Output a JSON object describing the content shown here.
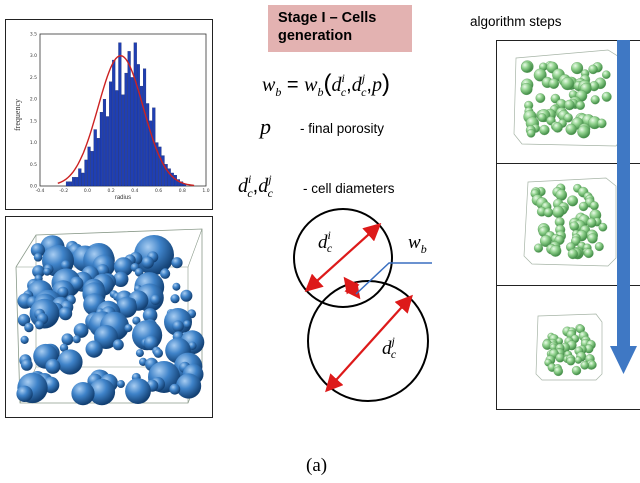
{
  "stage": {
    "line1": "Stage I – Cells",
    "line2": "generation"
  },
  "equation": {
    "lhs": "w",
    "lhs_sub": "b",
    "eq": " = ",
    "rhs": "w",
    "rhs_sub": "b",
    "open": "(",
    "d1": "d",
    "d1_sub": "c",
    "d1_sup": "i",
    "sep1": ",",
    "d2": "d",
    "d2_sub": "c",
    "d2_sup": "j",
    "sep2": ",",
    "p": "p",
    "close": ")"
  },
  "porosity": {
    "symbol": "p",
    "desc": "- final porosity"
  },
  "diameters": {
    "d1": "d",
    "d1_sub": "c",
    "d1_sup": "i",
    "sep": ",",
    "d2": "d",
    "d2_sub": "c",
    "d2_sup": "j",
    "desc": "- cell diameters"
  },
  "algorithm": {
    "title": "algorithm steps"
  },
  "caption": "(a)",
  "histogram": {
    "ylabel": "frequency",
    "xlabel": "radius",
    "xticks": [
      "-0.4",
      "-0.2",
      "0.0",
      "0.2",
      "0.4",
      "0.6",
      "0.8",
      "1.0"
    ],
    "yticks": [
      "0.0",
      "0.5",
      "1.0",
      "1.5",
      "2.0",
      "2.5",
      "3.0",
      "3.5"
    ],
    "bar_color": "#1f3fb3",
    "fit_color": "#cc2222"
  },
  "diagram": {
    "small_label_base": "d",
    "small_label_sub": "c",
    "small_label_sup": "i",
    "big_label_base": "d",
    "big_label_sub": "c",
    "big_label_sup": "j",
    "wb_base": "w",
    "wb_sub": "b",
    "arrow_color": "#dd1a1a",
    "leader_color": "#3a6fc0"
  },
  "colors": {
    "stage_bg": "#e3b2b1",
    "sphere_blue": "#2f6eb0",
    "sphere_green": "#8fd18c",
    "arrow_blue": "#3f78c4"
  }
}
